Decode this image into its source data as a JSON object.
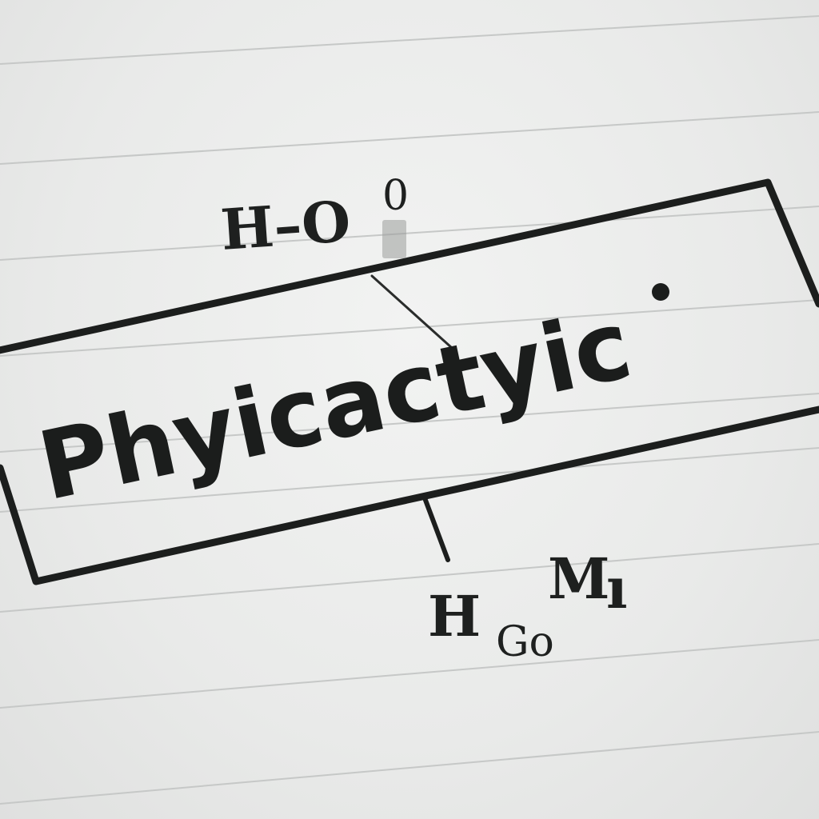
{
  "note": {
    "box_word": "Phyicactyic",
    "top_label": "H–O",
    "top_superscript": "0",
    "bottom_label_main": "H",
    "bottom_label_sub": "Go",
    "bottom_label_upper": "M",
    "bottom_label_tick": "ı"
  },
  "colors": {
    "paper": "#ecedec",
    "ink": "#1b1d1c",
    "rule": "#c6c8c7"
  }
}
